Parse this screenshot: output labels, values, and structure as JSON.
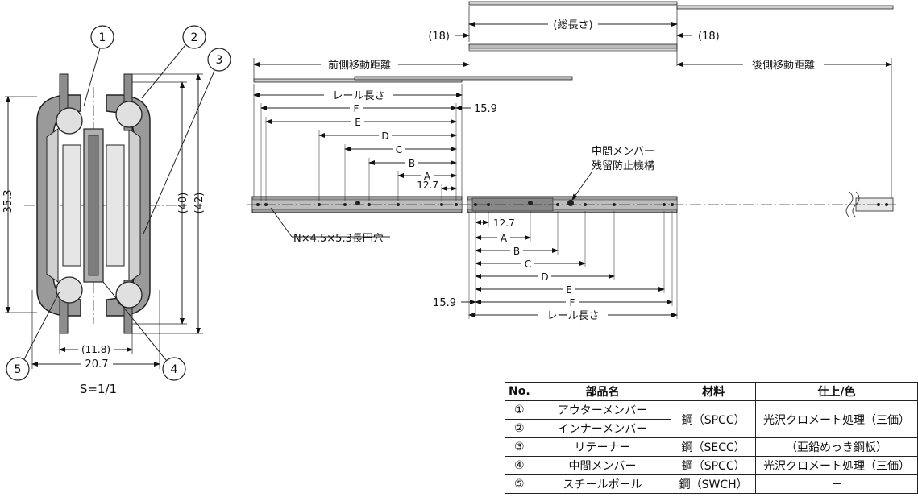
{
  "cross_section": {
    "callouts": [
      "1",
      "2",
      "3",
      "4",
      "5"
    ],
    "dimensions": {
      "height": "35.3",
      "inner_height": "(40)",
      "outer_height": "(42)",
      "inner_width": "(11.8)",
      "width": "20.7"
    },
    "scale": "S=1/1"
  },
  "side_view": {
    "labels": {
      "total_length": "(総長さ)",
      "offset_left": "(18)",
      "offset_right": "(18)",
      "front_travel": "前側移動距離",
      "rear_travel": "後側移動距離",
      "rail_length_top": "レール長さ",
      "rail_length_bottom": "レール長さ",
      "end_offset_top": "15.9",
      "end_offset_bottom": "15.9",
      "mid_member_line1": "中間メンバー",
      "mid_member_line2": "残留防止機構",
      "slot": "N×4.5×5.3長円穴"
    },
    "top_dims": [
      "F",
      "E",
      "D",
      "C",
      "B",
      "A",
      "12.7"
    ],
    "bottom_dims": [
      "12.7",
      "A",
      "B",
      "C",
      "D",
      "E",
      "F"
    ]
  },
  "parts_table": {
    "headers": [
      "No.",
      "部品名",
      "材料",
      "仕上/色"
    ],
    "rows": [
      {
        "no": "①",
        "name": "アウターメンバー",
        "material": "鋼（SPCC）",
        "finish": "光沢クロメート処理（三価）"
      },
      {
        "no": "②",
        "name": "インナーメンバー",
        "material": "",
        "finish": ""
      },
      {
        "no": "③",
        "name": "リテーナー",
        "material": "鋼（SECC）",
        "finish": "（亜鉛めっき鋼板）"
      },
      {
        "no": "④",
        "name": "中間メンバー",
        "material": "鋼（SPCC）",
        "finish": "光沢クロメート処理（三価）"
      },
      {
        "no": "⑤",
        "name": "スチールボール",
        "material": "鋼（SWCH）",
        "finish": "－"
      }
    ]
  }
}
